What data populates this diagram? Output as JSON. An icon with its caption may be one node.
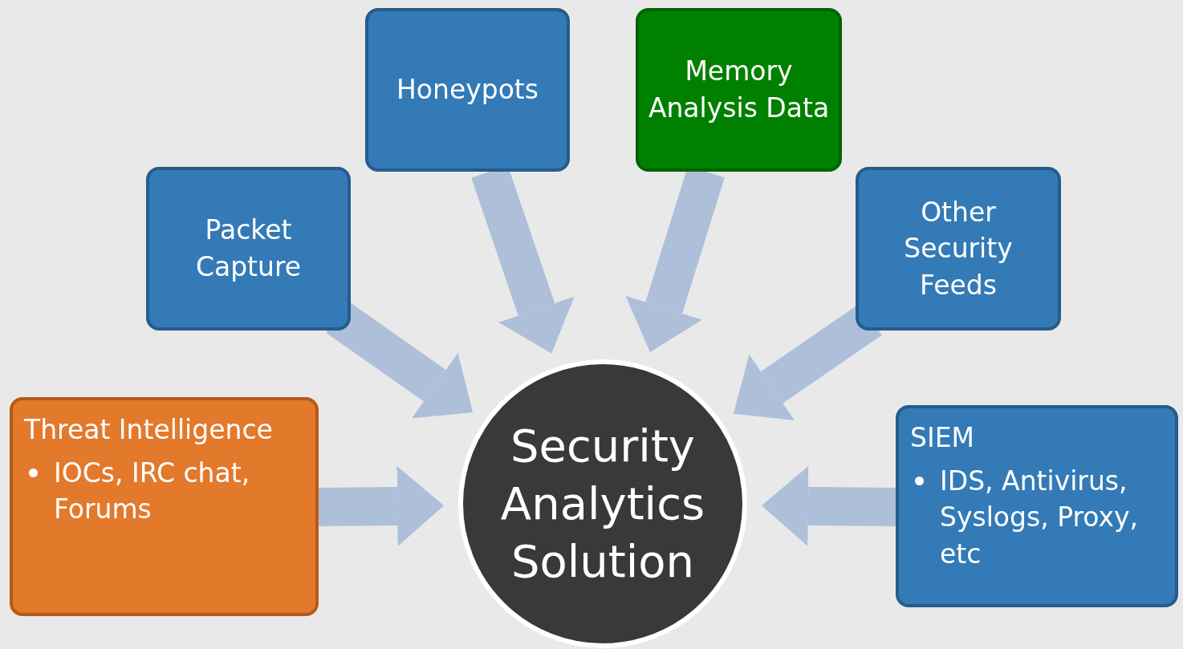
{
  "diagram": {
    "nodes": [
      {
        "text": [
          "Threat Intelligence",
          "IOCs, IRC chat, Forums"
        ]
      },
      {
        "text": [
          "Packet Capture"
        ]
      },
      {
        "text": [
          "Honeypots"
        ]
      },
      {
        "text": [
          "Memory Analysis Data"
        ]
      },
      {
        "text": [
          "Other Security Feeds"
        ]
      },
      {
        "text": [
          "SIEM",
          "IDS, Antivirus, Syslogs, Proxy, etc"
        ]
      },
      {
        "text": [
          "Security Analytics Solution"
        ]
      }
    ],
    "edges": [
      {
        "from": 0,
        "to": 6,
        "arrow": "to"
      },
      {
        "from": 1,
        "to": 6,
        "arrow": "to"
      },
      {
        "from": 2,
        "to": 6,
        "arrow": "to"
      },
      {
        "from": 3,
        "to": 6,
        "arrow": "to"
      },
      {
        "from": 4,
        "to": 6,
        "arrow": "to"
      },
      {
        "from": 5,
        "to": 6,
        "arrow": "to"
      }
    ]
  }
}
